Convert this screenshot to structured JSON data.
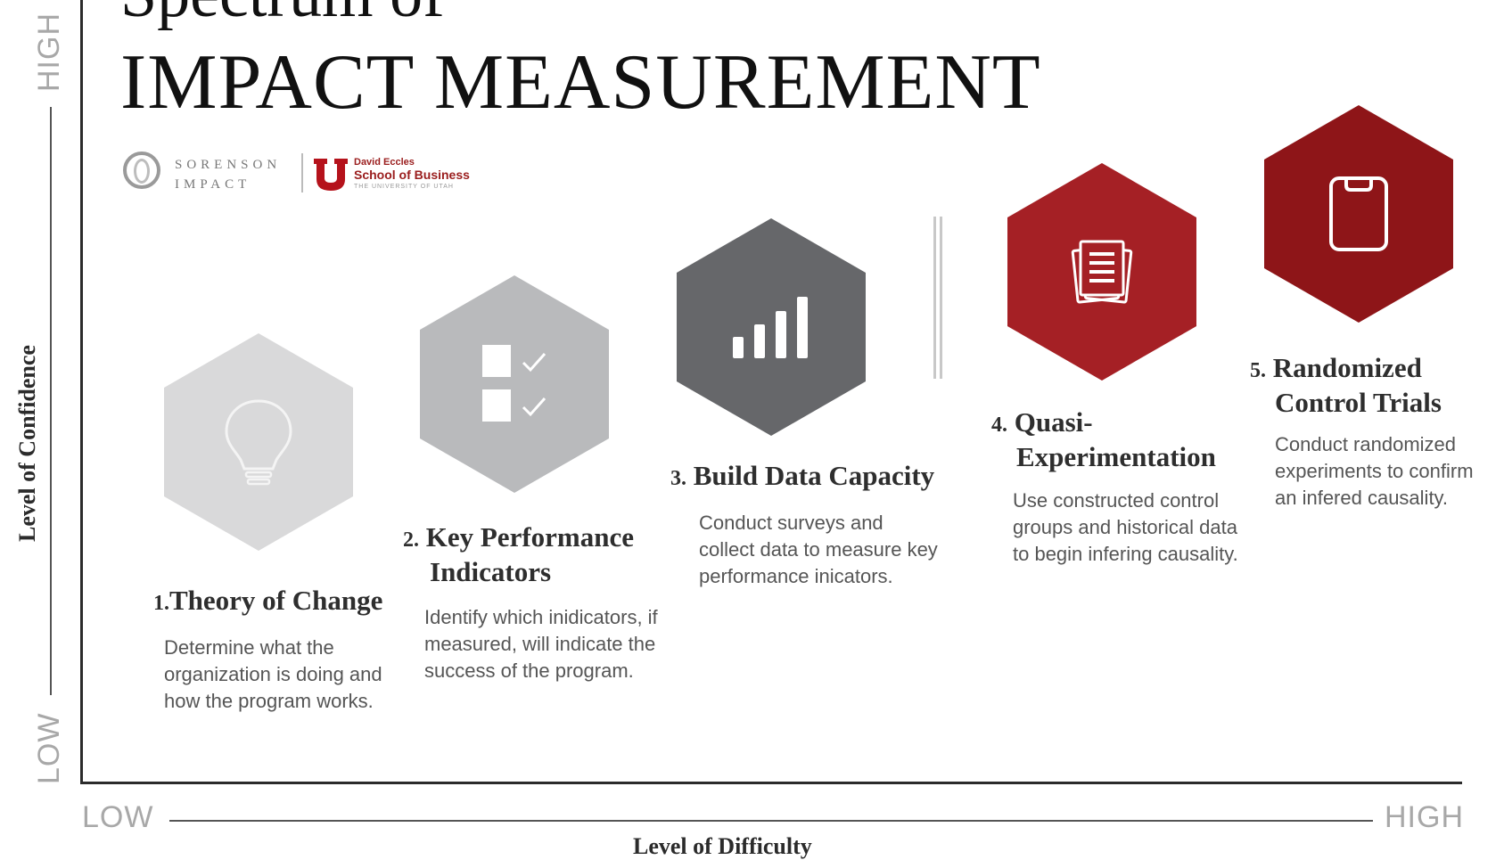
{
  "title": {
    "line1": "Spectrum of",
    "line2": "IMPACT MEASUREMENT"
  },
  "logos": {
    "sorenson_line1": "SORENSON",
    "sorenson_line2": "IMPACT",
    "school_line1": "David Eccles",
    "school_line2": "School of Business",
    "school_line3": "THE UNIVERSITY OF UTAH"
  },
  "axes": {
    "y_title": "Level of Confidence",
    "y_low": "LOW",
    "y_high": "HIGH",
    "x_title": "Level of Difficulty",
    "x_low": "LOW",
    "x_high": "HIGH"
  },
  "colors": {
    "step1": "#d9d9da",
    "step2": "#b9babc",
    "step3": "#66676a",
    "step4": "#a52025",
    "step5": "#8e1518",
    "axis": "#2b2b2b"
  },
  "steps": [
    {
      "number": "1.",
      "title": "Theory of Change",
      "description": "Determine what the organization is doing and how the program works.",
      "icon": "lightbulb-icon"
    },
    {
      "number": "2.",
      "title_line1": "Key Performance",
      "title_line2": "Indicators",
      "description": "Identify which inidicators, if measured, will indicate the success of the program.",
      "icon": "checklist-icon"
    },
    {
      "number": "3.",
      "title": "Build Data Capacity",
      "description": "Conduct surveys and collect data to measure key performance inicators.",
      "icon": "bar-signal-icon"
    },
    {
      "number": "4.",
      "title_line1": "Quasi-",
      "title_line2": "Experimentation",
      "description": "Use constructed control groups and historical data to begin infering causality.",
      "icon": "documents-icon"
    },
    {
      "number": "5.",
      "title_line1": "Randomized",
      "title_line2": "Control Trials",
      "description": "Conduct randomized experiments to confirm an infered causality.",
      "icon": "clipboard-icon"
    }
  ]
}
